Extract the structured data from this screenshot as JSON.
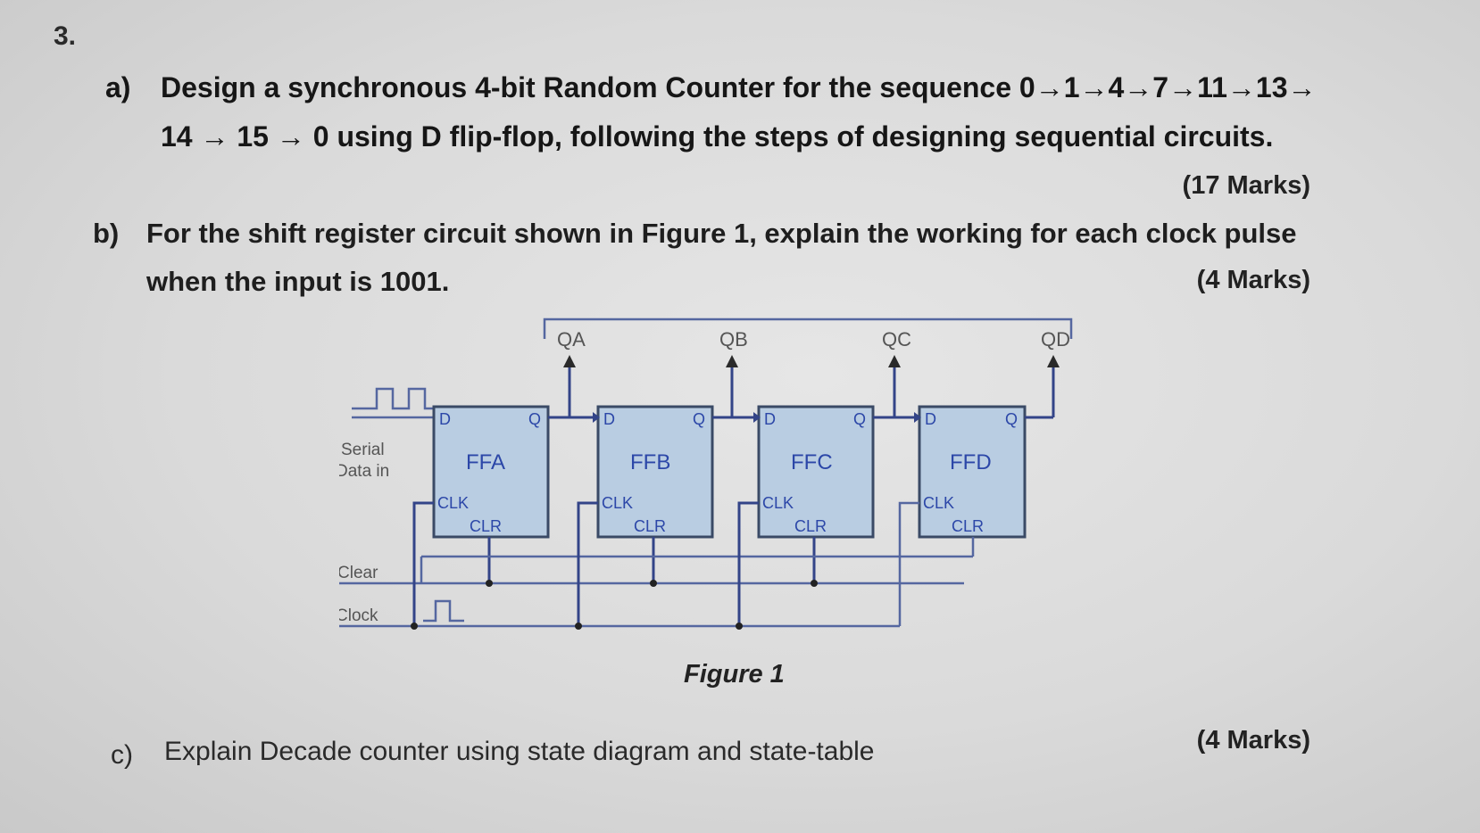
{
  "question_number": "3.",
  "part_a": {
    "label": "a)",
    "line1": "Design a synchronous 4-bit Random Counter for the sequence 0→1→4→7→11→13→",
    "line2": "14 → 15 → 0 using D flip-flop, following the steps of designing sequential circuits.",
    "marks": "(17 Marks)"
  },
  "part_b": {
    "label": "b)",
    "line1": "For the shift register circuit shown in Figure 1, explain the working for each clock pulse",
    "line2": "when the input is 1001.",
    "marks": "(4 Marks)"
  },
  "figure": {
    "caption": "Figure 1",
    "flipflops": [
      {
        "name": "FFA",
        "d": "D",
        "q": "Q",
        "clk": "CLK",
        "clr": "CLR",
        "output": "QA"
      },
      {
        "name": "FFB",
        "d": "D",
        "q": "Q",
        "clk": "CLK",
        "clr": "CLR",
        "output": "QB"
      },
      {
        "name": "FFC",
        "d": "D",
        "q": "Q",
        "clk": "CLK",
        "clr": "CLR",
        "output": "QC"
      },
      {
        "name": "FFD",
        "d": "D",
        "q": "Q",
        "clk": "CLK",
        "clr": "CLR",
        "output": "QD"
      }
    ],
    "serial_label_1": "Serial",
    "serial_label_2": "Data in",
    "clear_label": "Clear",
    "clock_label": "Clock"
  },
  "part_c": {
    "label": "c)",
    "text": "Explain Decade counter using state diagram and state-table",
    "marks": "(4 Marks)"
  }
}
